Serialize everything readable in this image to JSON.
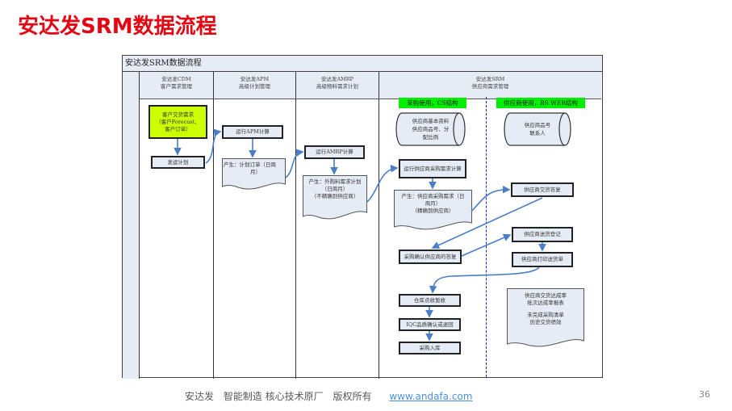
{
  "page": {
    "title": "安达发SRM数据流程",
    "page_number": "36"
  },
  "diagram": {
    "frame_title": "安达发SRM数据流程",
    "lanes": [
      {
        "line1": "安达发CDM",
        "line2": "客户需求管理"
      },
      {
        "line1": "安达发APM",
        "line2": "高级计划管理"
      },
      {
        "line1": "安达发AMRP",
        "line2": "高级物料需求计划"
      },
      {
        "line1": "安达发SRM",
        "line2": "供应商需求管理"
      }
    ],
    "tags": {
      "cs": "采购使用，CS结构",
      "bs": "供应商使用，BS WEB结构"
    },
    "nodes": {
      "customer_demand": [
        "客户交货需求",
        "（客户Forecast、",
        "客户订单）"
      ],
      "ship_plan": "发运计划",
      "run_apm": "运行APM计算",
      "apm_output": [
        "产生：计划订单（日周",
        "月）"
      ],
      "run_amrp": "运行AMRP计算",
      "amrp_output": [
        "产生：外购料需求计划",
        "（日周月）",
        "（不精确到供应商）"
      ],
      "supplier_master": [
        "供应商基本资料",
        "供应商品号、分",
        "配比例"
      ],
      "supplier_part": [
        "供应商品号",
        "联系人"
      ],
      "run_supplier_calc": "运行供应商采购需求计算",
      "supplier_req_output": [
        "产生：供应商采购需求（日",
        "周月）",
        "（精确到供应商）"
      ],
      "supplier_delivery_reply": "供应商交货答复",
      "purchase_confirm": "采购确认供应商的答复",
      "supplier_ship_register": "供应商送货登记",
      "supplier_print_note": "供应商打印送货单",
      "warehouse_receive": "仓库点收暂收",
      "iqc_check": "IQC品质确认或退回",
      "purchase_stock_in": "采购入库",
      "reports": [
        "供应商交货达成率",
        "批次达成率报表",
        "",
        "未完成采购清单",
        "历史交货绩效"
      ]
    }
  },
  "footer": {
    "company": "安达发",
    "slogan": "智能制造 核心技术原厂",
    "rights": "版权所有",
    "link": "www.andafa.com"
  },
  "colors": {
    "title_red": "#e30613",
    "box_fill": "#e6ecf5",
    "green_tag": "#00ee00",
    "highlight_yellow_green": "#ccff00",
    "arrow_blue": "#4a7ec8",
    "divider_blue": "#1a1aff"
  }
}
